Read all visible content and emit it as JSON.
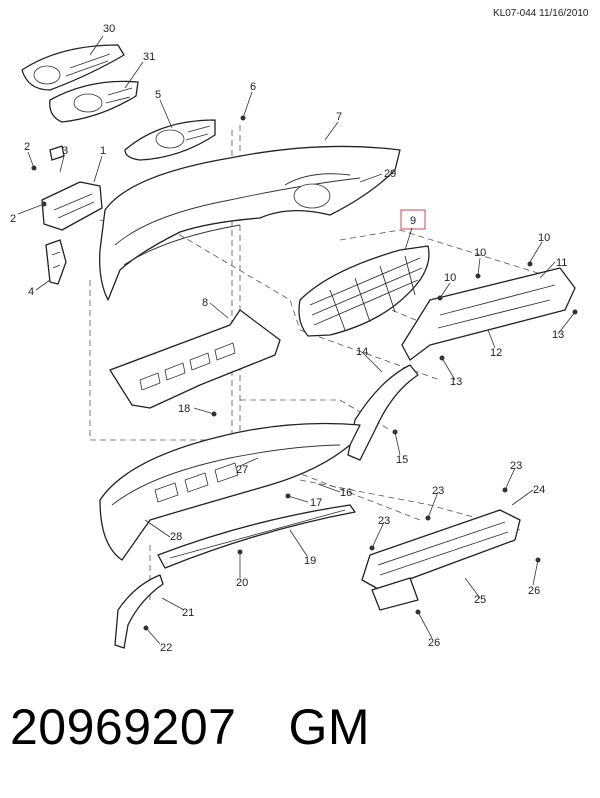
{
  "diagram_code": "KL07-044 11/16/2010",
  "part_number": "20969207",
  "manufacturer": "GM",
  "highlight_color": "#d66666",
  "callouts": [
    {
      "key": "c30",
      "label": "30"
    },
    {
      "key": "c31",
      "label": "31"
    },
    {
      "key": "c5",
      "label": "5"
    },
    {
      "key": "c6",
      "label": "6"
    },
    {
      "key": "c7",
      "label": "7"
    },
    {
      "key": "c2a",
      "label": "2"
    },
    {
      "key": "c3",
      "label": "3"
    },
    {
      "key": "c1",
      "label": "1"
    },
    {
      "key": "c29",
      "label": "29"
    },
    {
      "key": "c2b",
      "label": "2"
    },
    {
      "key": "c4",
      "label": "4"
    },
    {
      "key": "c9",
      "label": "9"
    },
    {
      "key": "c10a",
      "label": "10"
    },
    {
      "key": "c10b",
      "label": "10"
    },
    {
      "key": "c10c",
      "label": "10"
    },
    {
      "key": "c11",
      "label": "11"
    },
    {
      "key": "c8",
      "label": "8"
    },
    {
      "key": "c13a",
      "label": "13"
    },
    {
      "key": "c12",
      "label": "12"
    },
    {
      "key": "c13b",
      "label": "13"
    },
    {
      "key": "c14",
      "label": "14"
    },
    {
      "key": "c18",
      "label": "18"
    },
    {
      "key": "c15",
      "label": "15"
    },
    {
      "key": "c27",
      "label": "27"
    },
    {
      "key": "c16",
      "label": "16"
    },
    {
      "key": "c17",
      "label": "17"
    },
    {
      "key": "c23a",
      "label": "23"
    },
    {
      "key": "c24",
      "label": "24"
    },
    {
      "key": "c23b",
      "label": "23"
    },
    {
      "key": "c23c",
      "label": "23"
    },
    {
      "key": "c28",
      "label": "28"
    },
    {
      "key": "c19",
      "label": "19"
    },
    {
      "key": "c20",
      "label": "20"
    },
    {
      "key": "c25",
      "label": "25"
    },
    {
      "key": "c26a",
      "label": "26"
    },
    {
      "key": "c21",
      "label": "21"
    },
    {
      "key": "c22",
      "label": "22"
    },
    {
      "key": "c26b",
      "label": "26"
    }
  ]
}
